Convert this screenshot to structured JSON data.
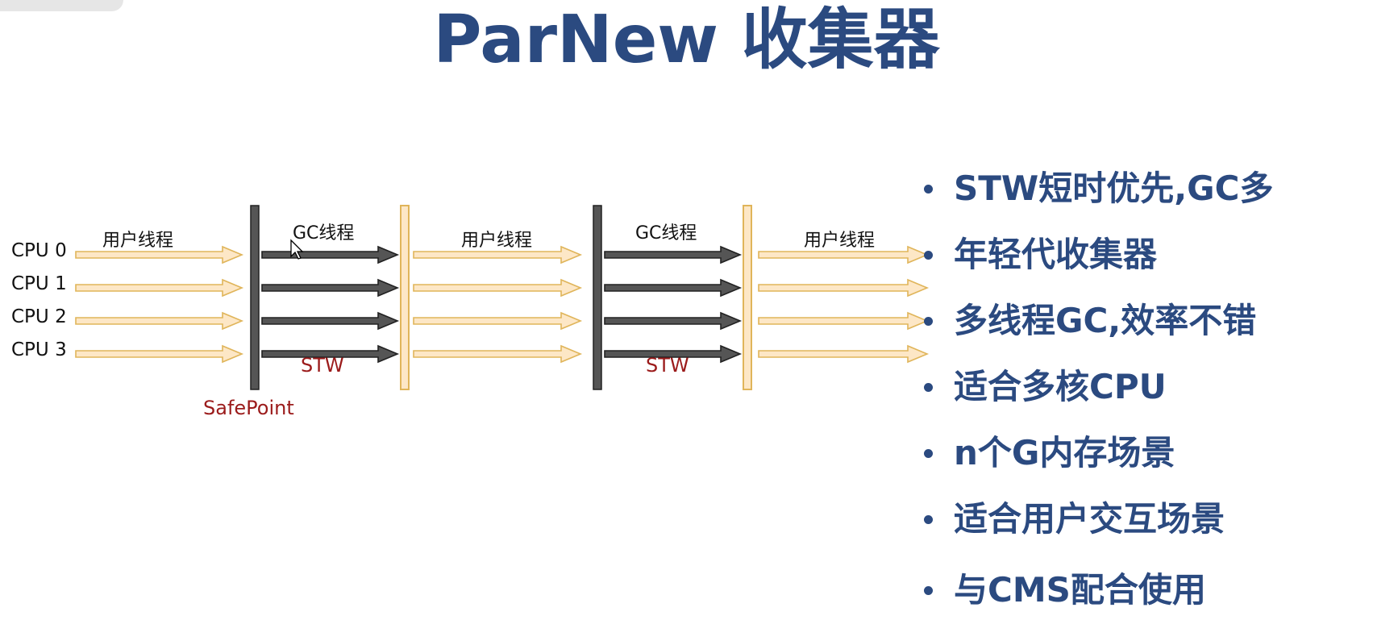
{
  "title": "ParNew 收集器",
  "diagram": {
    "cpu_labels": [
      "CPU 0",
      "CPU 1",
      "CPU 2",
      "CPU 3"
    ],
    "phase_labels": [
      "用户线程",
      "GC线程",
      "用户线程",
      "GC线程",
      "用户线程"
    ],
    "stw_labels": [
      "STW",
      "STW"
    ],
    "safepoint_label": "SafePoint",
    "colors": {
      "user_thread_fill": "#fde7c6",
      "user_thread_stroke": "#e0b55a",
      "gc_thread_fill": "#555555",
      "gc_thread_stroke": "#222222",
      "stw_text": "#9b1b1b"
    }
  },
  "bullets": [
    "STW短时优先,GC多",
    "年轻代收集器",
    "多线程GC,效率不错",
    "适合多核CPU",
    "n个G内存场景",
    "适合用户交互场景",
    "与CMS配合使用"
  ],
  "colors": {
    "title": "#2b4a80",
    "bullet_text": "#2b4a80"
  }
}
